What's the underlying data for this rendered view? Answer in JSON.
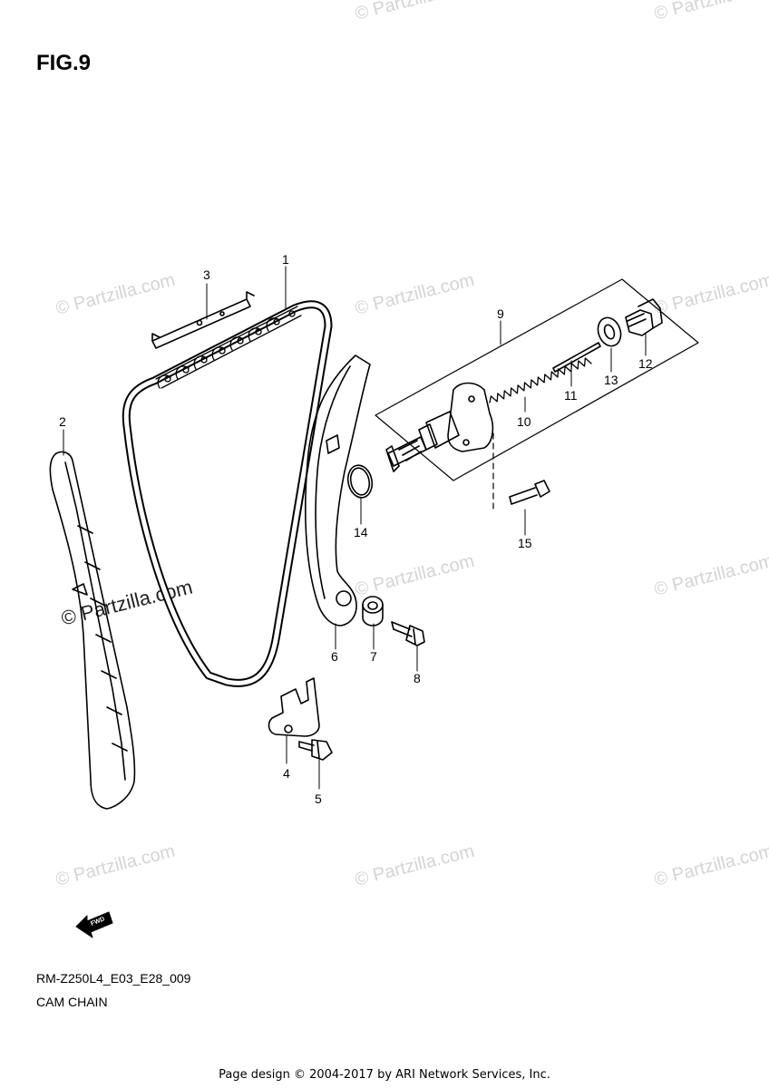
{
  "figure_title": "FIG.9",
  "model_code": "RM-Z250L4_E03_E28_009",
  "diagram_name": "CAM CHAIN",
  "credit": "Page design © 2004-2017 by ARI Network Services, Inc.",
  "watermark": "© Partzilla.com",
  "fwd_label": "FWD",
  "callouts": [
    "1",
    "2",
    "3",
    "4",
    "5",
    "6",
    "7",
    "8",
    "9",
    "10",
    "11",
    "12",
    "13",
    "14",
    "15"
  ]
}
